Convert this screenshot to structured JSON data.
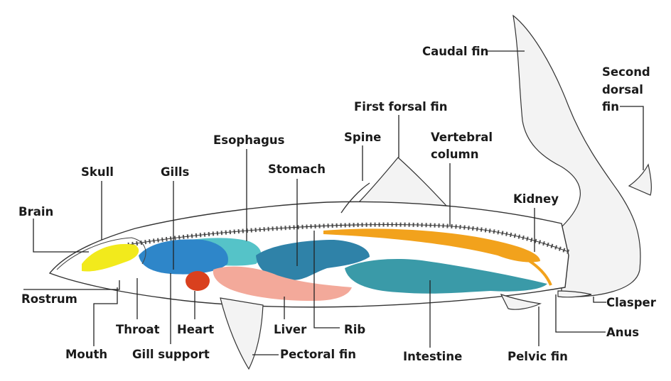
{
  "colors": {
    "brain": "#f2ea1c",
    "gills": "#2e86c9",
    "esophagus": "#55c3c8",
    "stomach": "#2f82a8",
    "intestine": "#3a9aa8",
    "liver": "#f3a99a",
    "heart": "#d9401e",
    "kidney": "#f2a21c",
    "outline": "#333333"
  },
  "labels": {
    "caudal_fin": "Caudal fin",
    "second_dorsal_1": "Second",
    "second_dorsal_2": "dorsal",
    "second_dorsal_3": "fin",
    "first_forsal_fin": "First forsal fin",
    "spine": "Spine",
    "vertebral_1": "Vertebral",
    "vertebral_2": "column",
    "esophagus": "Esophagus",
    "stomach": "Stomach",
    "kidney": "Kidney",
    "skull": "Skull",
    "gills": "Gills",
    "brain": "Brain",
    "rostrum": "Rostrum",
    "clasper": "Clasper",
    "throat": "Throat",
    "heart": "Heart",
    "liver": "Liver",
    "rib": "Rib",
    "anus": "Anus",
    "mouth": "Mouth",
    "gill_support": "Gill support",
    "pectoral_fin": "Pectoral fin",
    "intestine": "Intestine",
    "pelvic_fin": "Pelvic fin"
  }
}
